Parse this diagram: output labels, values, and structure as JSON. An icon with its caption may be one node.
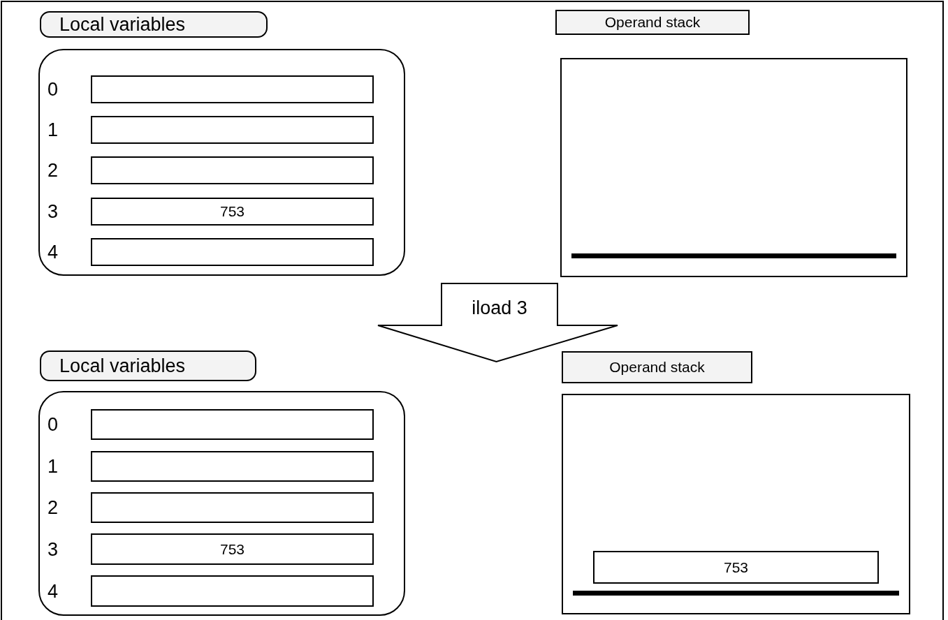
{
  "diagram": {
    "nodes": [
      {
        "text": [
          "Local variables"
        ]
      },
      {
        "text": [
          "Operand stack"
        ]
      },
      {
        "text": [],
        "shape": "box"
      },
      {
        "text": [],
        "shape": "box",
        "in": 2,
        "beside": [
          "0"
        ]
      },
      {
        "text": [],
        "shape": "box",
        "in": 2,
        "beside": [
          "1"
        ]
      },
      {
        "text": [],
        "shape": "box",
        "in": 2,
        "beside": [
          "2"
        ]
      },
      {
        "text": [
          "753"
        ],
        "in": 2,
        "beside": [
          "3"
        ]
      },
      {
        "text": [],
        "shape": "box",
        "in": 2,
        "beside": [
          "4"
        ]
      },
      {
        "text": [],
        "shape": "box"
      },
      {
        "text": [
          "iload 3"
        ]
      },
      {
        "text": [
          "Local variables"
        ]
      },
      {
        "text": [
          "Operand stack"
        ]
      },
      {
        "text": [],
        "shape": "box"
      },
      {
        "text": [],
        "shape": "box",
        "in": 12,
        "beside": [
          "0"
        ]
      },
      {
        "text": [],
        "shape": "box",
        "in": 12,
        "beside": [
          "1"
        ]
      },
      {
        "text": [],
        "shape": "box",
        "in": 12,
        "beside": [
          "2"
        ]
      },
      {
        "text": [
          "753"
        ],
        "in": 12,
        "beside": [
          "3"
        ]
      },
      {
        "text": [],
        "shape": "box",
        "in": 12,
        "beside": [
          "4"
        ]
      },
      {
        "text": [],
        "shape": "box"
      },
      {
        "text": [
          "753"
        ],
        "in": 18
      }
    ]
  }
}
